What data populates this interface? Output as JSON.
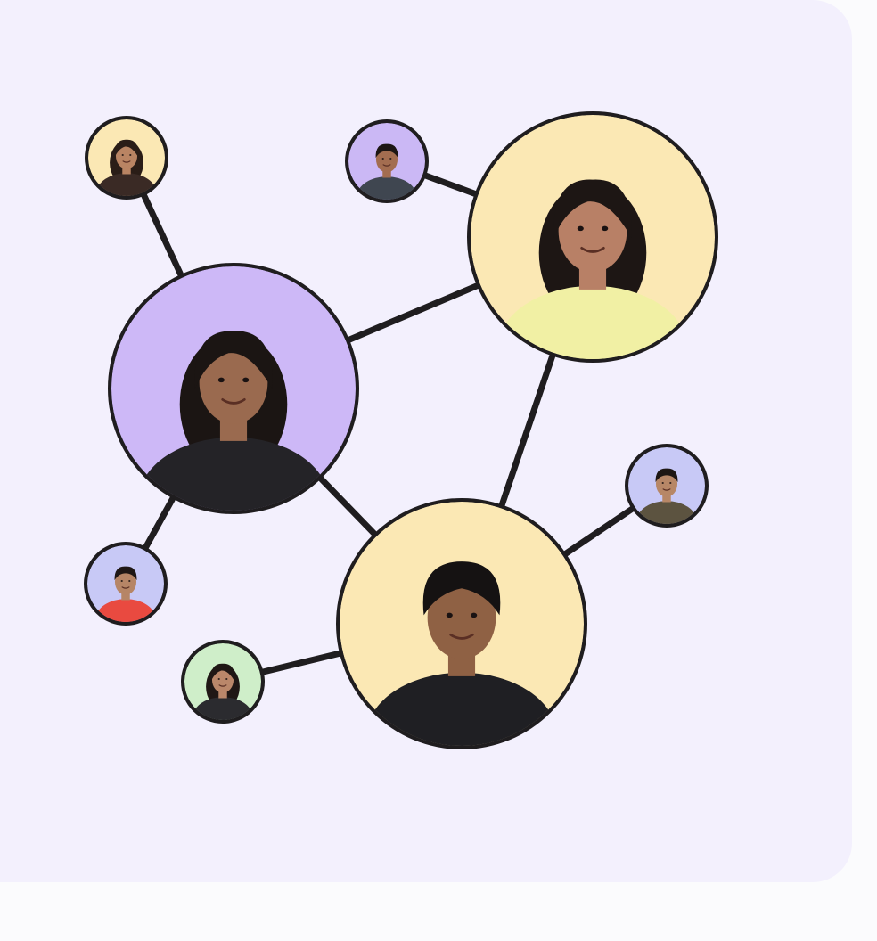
{
  "network": {
    "people": [
      {
        "id": "p-top-left-small",
        "bg": "#fbe8b4",
        "skin": "#b98463",
        "hair": "#2a1d17",
        "shirt": "#3a2a25",
        "hairStyle": "long"
      },
      {
        "id": "p-top-middle-small",
        "bg": "#cbb8f5",
        "skin": "#a36d50",
        "hair": "#1d1614",
        "shirt": "#3f4650",
        "hairStyle": "short"
      },
      {
        "id": "p-top-right-large",
        "bg": "#fbe8b4",
        "skin": "#b88066",
        "hair": "#1d1614",
        "shirt": "#f1f0a4",
        "hairStyle": "long"
      },
      {
        "id": "p-center-left-large",
        "bg": "#cdb8f7",
        "skin": "#9a6a4f",
        "hair": "#1b1513",
        "shirt": "#242327",
        "hairStyle": "curly"
      },
      {
        "id": "p-bottom-middle-large",
        "bg": "#fbe8b4",
        "skin": "#8f6144",
        "hair": "#151212",
        "shirt": "#1f1f23",
        "hairStyle": "curly-short"
      },
      {
        "id": "p-left-small",
        "bg": "#c8c9f6",
        "skin": "#b68566",
        "hair": "#1f1715",
        "shirt": "#e94a40",
        "hairStyle": "short"
      },
      {
        "id": "p-bottom-left-small",
        "bg": "#cfeec9",
        "skin": "#ba876a",
        "hair": "#1f1715",
        "shirt": "#2b2b2f",
        "hairStyle": "long"
      },
      {
        "id": "p-right-small",
        "bg": "#c8c9f6",
        "skin": "#b78767",
        "hair": "#1e1714",
        "shirt": "#5c5340",
        "hairStyle": "short"
      }
    ],
    "links": [
      [
        "p-top-left-small",
        "p-center-left-large"
      ],
      [
        "p-top-middle-small",
        "p-top-right-large"
      ],
      [
        "p-center-left-large",
        "p-top-right-large"
      ],
      [
        "p-top-right-large",
        "p-bottom-middle-large"
      ],
      [
        "p-center-left-large",
        "p-bottom-middle-large"
      ],
      [
        "p-center-left-large",
        "p-left-small"
      ],
      [
        "p-bottom-left-small",
        "p-bottom-middle-large"
      ],
      [
        "p-right-small",
        "p-bottom-middle-large"
      ]
    ],
    "colors": {
      "ring": "#1f1d1f",
      "link": "#1f1d1f",
      "card_bg": "#f3f0fd"
    }
  }
}
